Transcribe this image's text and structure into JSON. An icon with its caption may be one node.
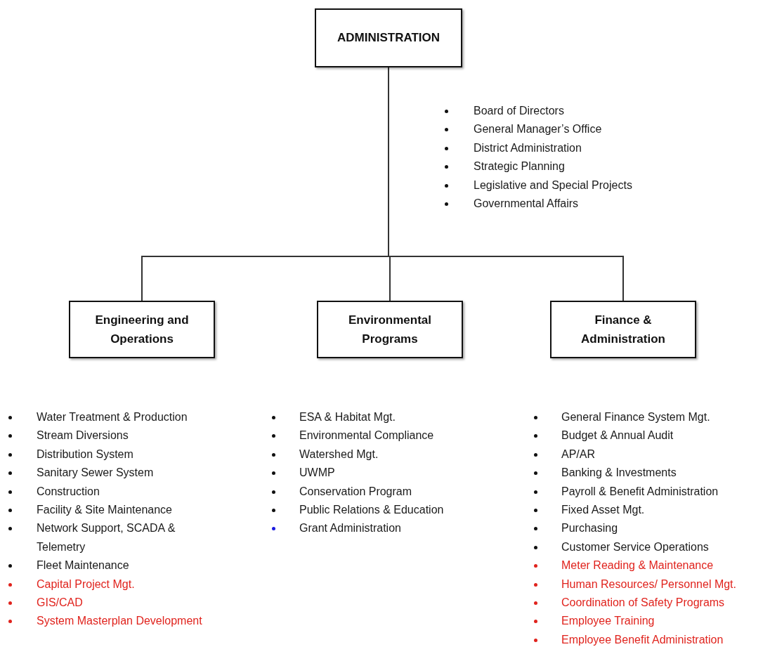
{
  "diagram": {
    "nodes": [
      {
        "text": [
          "ADMINISTRATION"
        ],
        "beside": [
          "Board of Directors",
          "General Manager’s Office",
          "District Administration",
          "Strategic Planning",
          "Legislative and Special Projects",
          "Governmental Affairs"
        ]
      },
      {
        "text": [
          "Engineering and Operations"
        ],
        "beside": [
          "Water Treatment & Production",
          "Stream Diversions",
          "Distribution System",
          "Sanitary Sewer System",
          "Construction",
          "Facility & Site Maintenance",
          "Network Support, SCADA & Telemetry",
          "Fleet Maintenance",
          "Capital Project Mgt.",
          "GIS/CAD",
          "System Masterplan Development"
        ]
      },
      {
        "text": [
          "Environmental Programs"
        ],
        "beside": [
          "ESA & Habitat Mgt.",
          "Environmental Compliance",
          "Watershed Mgt.",
          "UWMP",
          "Conservation Program",
          "Public Relations & Education",
          "Grant Administration"
        ]
      },
      {
        "text": [
          "Finance & Administration"
        ],
        "beside": [
          "General Finance System Mgt.",
          "Budget & Annual Audit",
          "AP/AR",
          "Banking & Investments",
          "Payroll & Benefit Administration",
          "Fixed Asset Mgt.",
          "Purchasing",
          "Customer Service Operations",
          "Meter Reading & Maintenance",
          "Human Resources/ Personnel Mgt.",
          "Coordination of Safety Programs",
          "Employee Training",
          "Employee Benefit Administration"
        ]
      }
    ],
    "edges": [
      {
        "from": 0,
        "to": 1,
        "arrow": "none"
      },
      {
        "from": 0,
        "to": 2,
        "arrow": "none"
      },
      {
        "from": 0,
        "to": 3,
        "arrow": "none"
      }
    ]
  }
}
